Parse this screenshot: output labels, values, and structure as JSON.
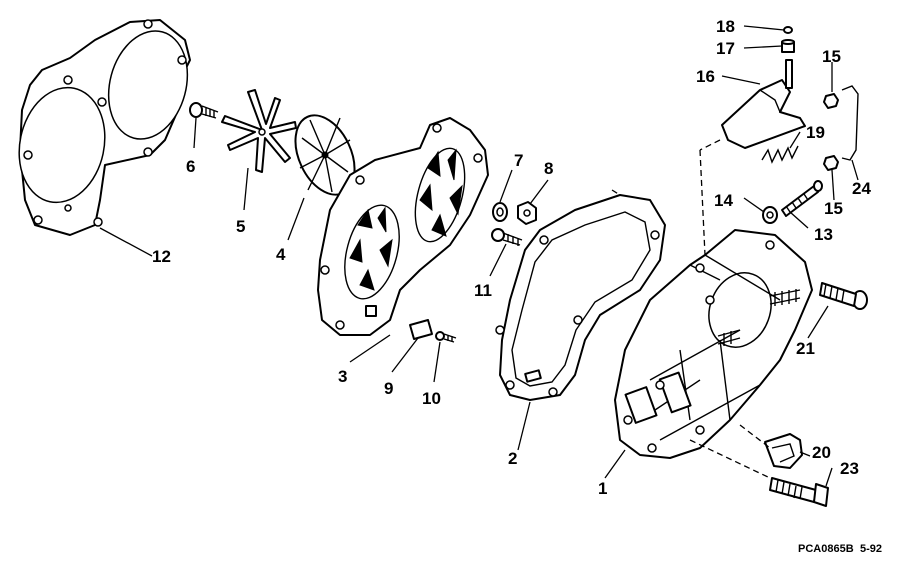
{
  "callouts": {
    "c1": "1",
    "c2": "2",
    "c3": "3",
    "c4": "4",
    "c5": "5",
    "c6": "6",
    "c7": "7",
    "c8": "8",
    "c9": "9",
    "c10": "10",
    "c11": "11",
    "c12": "12",
    "c13": "13",
    "c14": "14",
    "c15a": "15",
    "c15b": "15",
    "c16": "16",
    "c17": "17",
    "c18": "18",
    "c19": "19",
    "c20": "20",
    "c21": "21",
    "c23": "23",
    "c24": "24"
  },
  "footer": {
    "code": "PCA0865B",
    "page": "5-92"
  }
}
